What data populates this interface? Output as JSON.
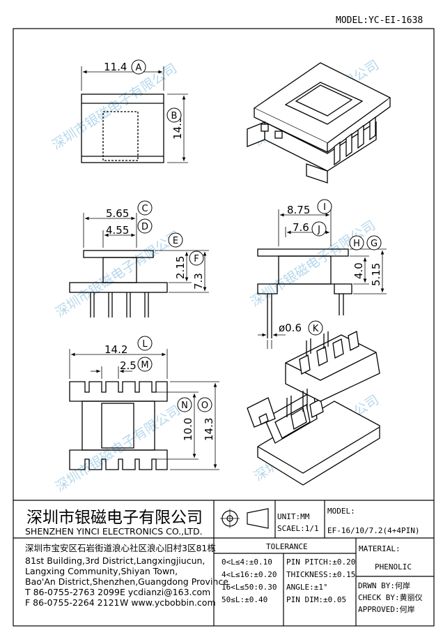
{
  "header": {
    "model": "MODEL:YC-EI-1638"
  },
  "watermark": "深圳市银磁电子有限公司",
  "dimensions": {
    "A": {
      "letter": "A",
      "value": "11.4"
    },
    "B": {
      "letter": "B",
      "value": "14.3"
    },
    "C": {
      "letter": "C",
      "value": "5.65"
    },
    "D": {
      "letter": "D",
      "value": "4.55"
    },
    "E": {
      "letter": "E",
      "value": ""
    },
    "F": {
      "letter": "F",
      "value": "7.3"
    },
    "E_val": "2.15",
    "I": {
      "letter": "I",
      "value": "8.75"
    },
    "J": {
      "letter": "J",
      "value": "7.6"
    },
    "H": {
      "letter": "H",
      "value": "4.0"
    },
    "G": {
      "letter": "G",
      "value": "5.15"
    },
    "K": {
      "letter": "K",
      "value": "ø0.6"
    },
    "L": {
      "letter": "L",
      "value": "14.2"
    },
    "M": {
      "letter": "M",
      "value": "2.5"
    },
    "N": {
      "letter": "N",
      "value": "10.0"
    },
    "O": {
      "letter": "O",
      "value": "14.3"
    }
  },
  "title_block": {
    "company_cn": "深圳市银磁电子有限公司",
    "company_en": "SHENZHEN YINCI ELECTRONICS CO.,LTD.",
    "address_cn": "深圳市宝安区石岩街道浪心社区浪心旧村3区81栋",
    "address_en": [
      "81st Building,3rd District,Langxingjiucun,",
      "Langxing Community,Shiyan Town,",
      "Bao'An District,Shenzhen,Guangdong Province"
    ],
    "phone": "T 86-0755-2763 2099",
    "email": "E ycdianzi@163.com",
    "fax": "F 86-0755-2264 2121",
    "web": "W www.ycbobbin.com",
    "unit": "UNIT:MM",
    "scale": "SCAEL:1/1",
    "model_label": "MODEL:",
    "model_value": "EF-16/10/7.2(4+4PIN)",
    "tolerance_title": "TOLERANCE",
    "tolerances_left": [
      "0<L≤4:±0.10",
      "4<L≤16:±0.20",
      "16<L≤50:0.30",
      "50≤L:±0.40"
    ],
    "tolerances_right": [
      "PIN PITCH:±0.20",
      "THICKNESS:±0.15",
      "ANGLE:±1°",
      "PIN DIM:±0.05"
    ],
    "material_label": "MATERIAL:",
    "material_value": "PHENOLIC",
    "drawn_by": "DRWN BY:何岸",
    "check_by": "CHECK BY:黄丽仪",
    "approved": "APPROVED:何岸"
  }
}
